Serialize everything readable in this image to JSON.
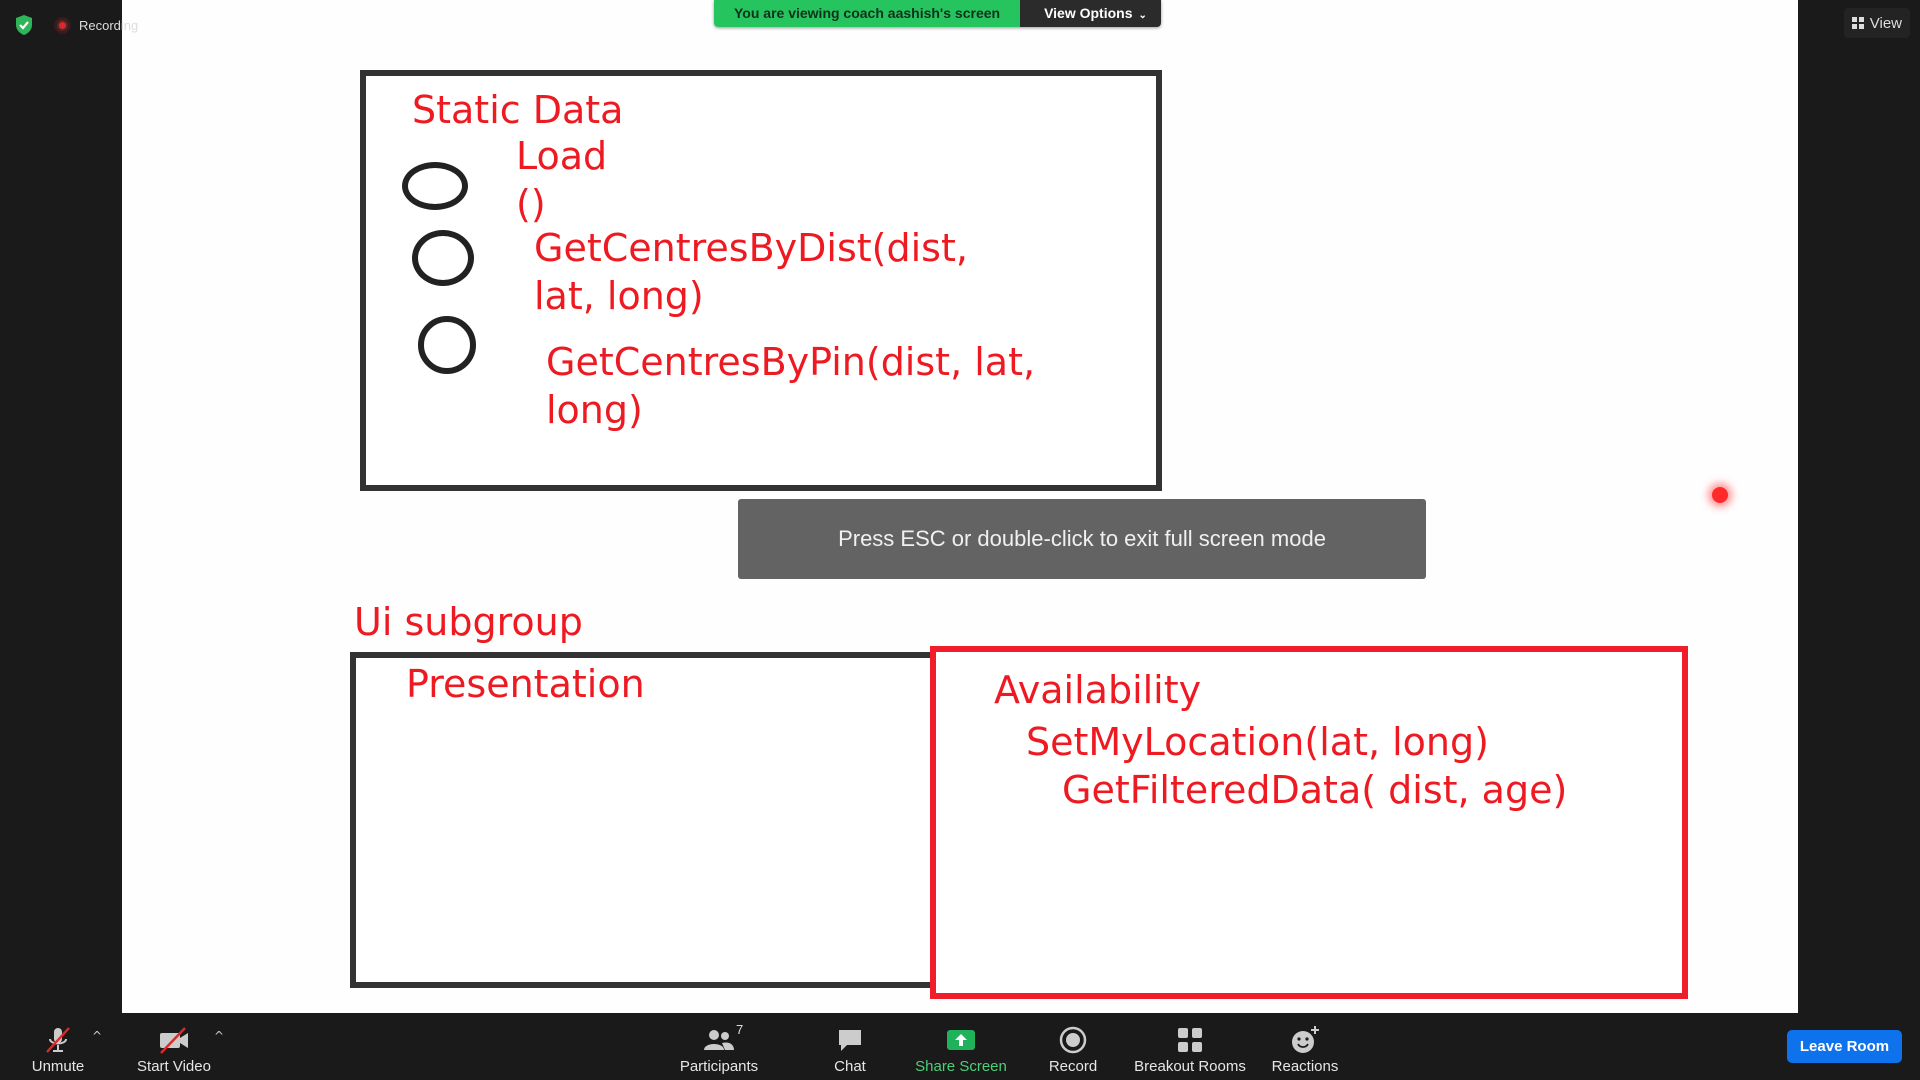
{
  "top_left": {
    "recording_label": "Recording"
  },
  "banner": {
    "viewing_text": "You are viewing coach aashish's screen",
    "view_options_label": "View Options"
  },
  "top_right": {
    "view_label": "View"
  },
  "whiteboard": {
    "static_box": {
      "title": "Static Data",
      "item1_line1": "Load",
      "item1_line2": "()",
      "item2_line1": "GetCentresByDist(dist,",
      "item2_line2": "lat, long)",
      "item3_line1": "GetCentresByPin(dist, lat,",
      "item3_line2": "long)"
    },
    "ui_subgroup_label": "Ui subgroup",
    "presentation_label": "Presentation",
    "availability_box": {
      "title": "Availability",
      "line1": "SetMyLocation(lat, long)",
      "line2": "GetFilteredData( dist, age)"
    },
    "ink_color": "#ee1a22"
  },
  "esc_toast": "Press ESC or double-click to exit full screen mode",
  "toolbar": {
    "unmute": "Unmute",
    "start_video": "Start Video",
    "participants": "Participants",
    "participants_count": "7",
    "chat": "Chat",
    "share_screen": "Share Screen",
    "record": "Record",
    "breakout_rooms": "Breakout Rooms",
    "reactions": "Reactions",
    "leave_room": "Leave Room"
  },
  "colors": {
    "accent_green": "#25c45f",
    "leave_blue": "#0e72ed"
  }
}
